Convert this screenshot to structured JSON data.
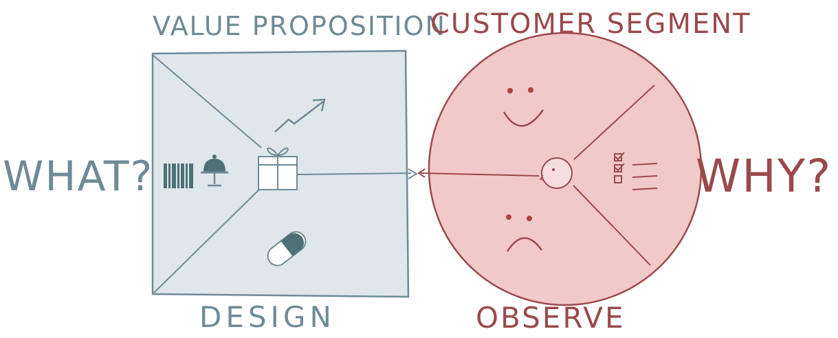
{
  "labels": {
    "value_proposition": "VALUE PROPOSITION",
    "customer_segment": "CUSTOMER SEGMENT",
    "what": "WHAT?",
    "why": "WHY?",
    "design": "DESIGN",
    "observe": "OBSERVE"
  },
  "colors": {
    "teal": "#6f8a96",
    "teal_dark": "#4e7077",
    "square_fill": "#dfe7ea",
    "red": "#9a4a4b",
    "circle_fill": "#f2c9c9",
    "face_red": "#b24040"
  },
  "icons": [
    "chart-up-arrow-icon",
    "gift-icon",
    "barcode-icon",
    "service-cloche-icon",
    "pill-icon",
    "smiley-face-icon",
    "sad-face-icon",
    "person-head-icon",
    "checklist-icon"
  ]
}
